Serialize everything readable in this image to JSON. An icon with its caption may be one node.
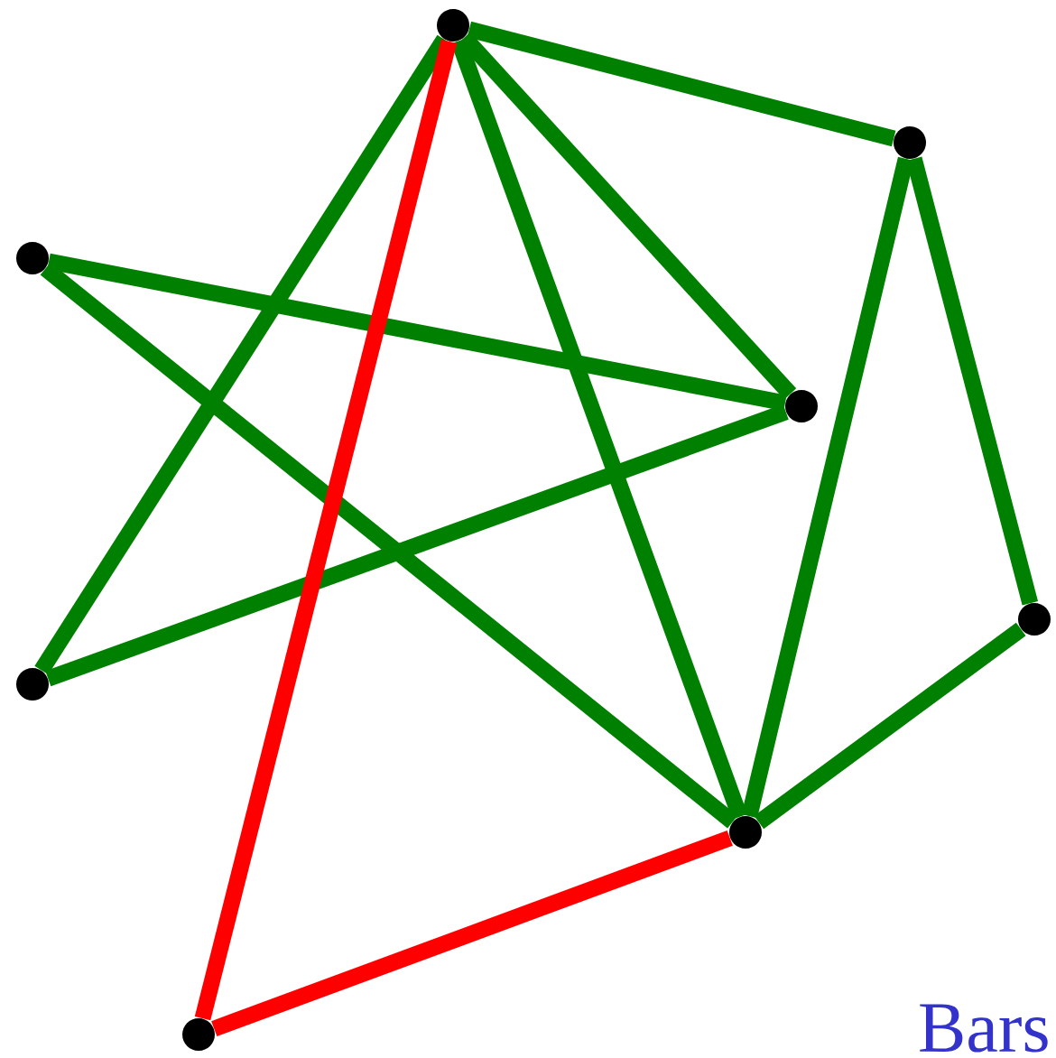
{
  "diagram": {
    "nodes": [
      {
        "text": [],
        "shape": "circle"
      },
      {
        "text": [],
        "shape": "circle"
      },
      {
        "text": [],
        "shape": "circle"
      },
      {
        "text": [],
        "shape": "circle"
      },
      {
        "text": [],
        "shape": "circle"
      },
      {
        "text": [],
        "shape": "circle"
      },
      {
        "text": [],
        "shape": "circle"
      },
      {
        "text": [],
        "shape": "circle"
      }
    ],
    "edges": [
      {
        "from": 0,
        "to": 1,
        "arrow": "none"
      },
      {
        "from": 0,
        "to": 3,
        "arrow": "none"
      },
      {
        "from": 0,
        "to": 6,
        "arrow": "none"
      },
      {
        "from": 0,
        "to": 4,
        "arrow": "none"
      },
      {
        "from": 1,
        "to": 6,
        "arrow": "none"
      },
      {
        "from": 1,
        "to": 5,
        "arrow": "none"
      },
      {
        "from": 5,
        "to": 6,
        "arrow": "none"
      },
      {
        "from": 2,
        "to": 3,
        "arrow": "none"
      },
      {
        "from": 2,
        "to": 6,
        "arrow": "none"
      },
      {
        "from": 4,
        "to": 3,
        "arrow": "none"
      },
      {
        "from": 0,
        "to": 7,
        "arrow": "none",
        "color": "#ff0000"
      },
      {
        "from": 7,
        "to": 6,
        "arrow": "none",
        "color": "#ff0000"
      }
    ],
    "labels": [
      "Bars"
    ]
  }
}
